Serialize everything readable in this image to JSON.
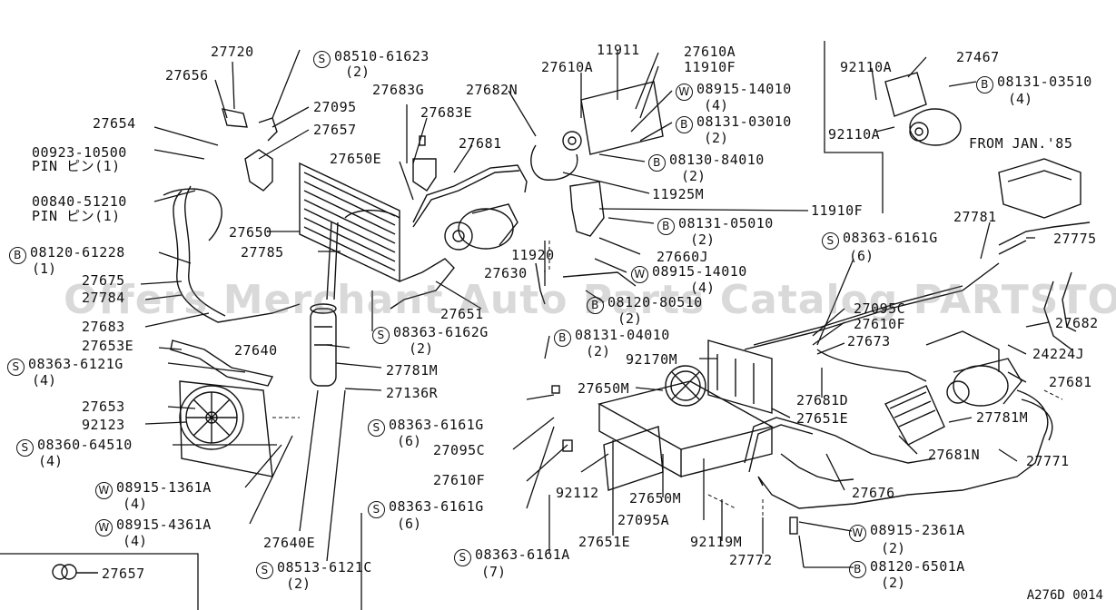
{
  "part_numbers": {
    "p27720": "27720",
    "p27656": "27656",
    "p27654": "27654",
    "p27095": "27095",
    "p27657a": "27657",
    "p00923": "00923-10500",
    "p00923_pin": "PIN ピン(1)",
    "p00840": "00840-51210",
    "p00840_pin": "PIN ピン(1)",
    "p27683g": "27683G",
    "p27683e": "27683E",
    "p27682n": "27682N",
    "p27681a": "27681",
    "p27650e": "27650E",
    "p27650": "27650",
    "p27785": "27785",
    "p27675": "27675",
    "p27784": "27784",
    "p27683": "27683",
    "p27653e": "27653E",
    "p27640": "27640",
    "p27781m_a": "27781M",
    "p27136r": "27136R",
    "p27653": "27653",
    "p92123": "92123",
    "p27640e": "27640E",
    "p27651": "27651",
    "p11911": "11911",
    "p27610a_a": "27610A",
    "p27610a_b": "27610A",
    "p11910f_a": "11910F",
    "p11925m": "11925M",
    "p11910f_b": "11910F",
    "p11920": "11920",
    "p27630": "27630",
    "p27660j": "27660J",
    "p92110a_a": "92110A",
    "p27467": "27467",
    "p92110a_b": "92110A",
    "from_jan": "FROM JAN.'85",
    "p27781": "27781",
    "p27775": "27775",
    "p27095c_a": "27095C",
    "p27610f_a": "27610F",
    "p27673": "27673",
    "p27682": "27682",
    "p24224j": "24224J",
    "p27681b": "27681",
    "p92170m": "92170M",
    "p27650m_a": "27650M",
    "p27681d": "27681D",
    "p27651e_a": "27651E",
    "p27781m_b": "27781M",
    "p27681n": "27681N",
    "p27095c_b": "27095C",
    "p27610f_b": "27610F",
    "p92112": "92112",
    "p27650m_b": "27650M",
    "p27676": "27676",
    "p27771": "27771",
    "p27095a": "27095A",
    "p92119m": "92119M",
    "p27651e_b": "27651E",
    "p27772": "27772",
    "p27657b": "27657"
  },
  "fasteners": [
    {
      "badge": "S",
      "num": "08510-61623",
      "qty": "(2)"
    },
    {
      "badge": "B",
      "num": "08120-61228",
      "qty": "(1)"
    },
    {
      "badge": "S",
      "num": "08363-6121G",
      "qty": "(4)"
    },
    {
      "badge": "S",
      "num": "08360-64510",
      "qty": "(4)"
    },
    {
      "badge": "W",
      "num": "08915-1361A",
      "qty": "(4)"
    },
    {
      "badge": "W",
      "num": "08915-4361A",
      "qty": "(4)"
    },
    {
      "badge": "S",
      "num": "08513-6121C",
      "qty": "(2)"
    },
    {
      "badge": "S",
      "num": "08363-6162G",
      "qty": "(2)"
    },
    {
      "badge": "W",
      "num": "08915-14010",
      "qty": "(4)"
    },
    {
      "badge": "B",
      "num": "08131-03010",
      "qty": "(2)"
    },
    {
      "badge": "B",
      "num": "08130-84010",
      "qty": "(2)"
    },
    {
      "badge": "B",
      "num": "08131-05010",
      "qty": "(2)"
    },
    {
      "badge": "W",
      "num": "08915-14010",
      "qty": "(4)"
    },
    {
      "badge": "B",
      "num": "08120-80510",
      "qty": "(2)"
    },
    {
      "badge": "B",
      "num": "08131-04010",
      "qty": "(2)"
    },
    {
      "badge": "B",
      "num": "08131-03510",
      "qty": "(4)"
    },
    {
      "badge": "S",
      "num": "08363-6161G",
      "qty": "(6)"
    },
    {
      "badge": "S",
      "num": "08363-6161G",
      "qty": "(6)"
    },
    {
      "badge": "S",
      "num": "08363-6161G",
      "qty": "(6)"
    },
    {
      "badge": "S",
      "num": "08363-6161A",
      "qty": "(7)"
    },
    {
      "badge": "W",
      "num": "08915-2361A",
      "qty": "(2)"
    },
    {
      "badge": "B",
      "num": "08120-6501A",
      "qty": "(2)"
    }
  ],
  "watermark": "Offers Merchant Auto Parts Catalog PARTSTORE.SA",
  "drawing_code": "A276D 0014"
}
